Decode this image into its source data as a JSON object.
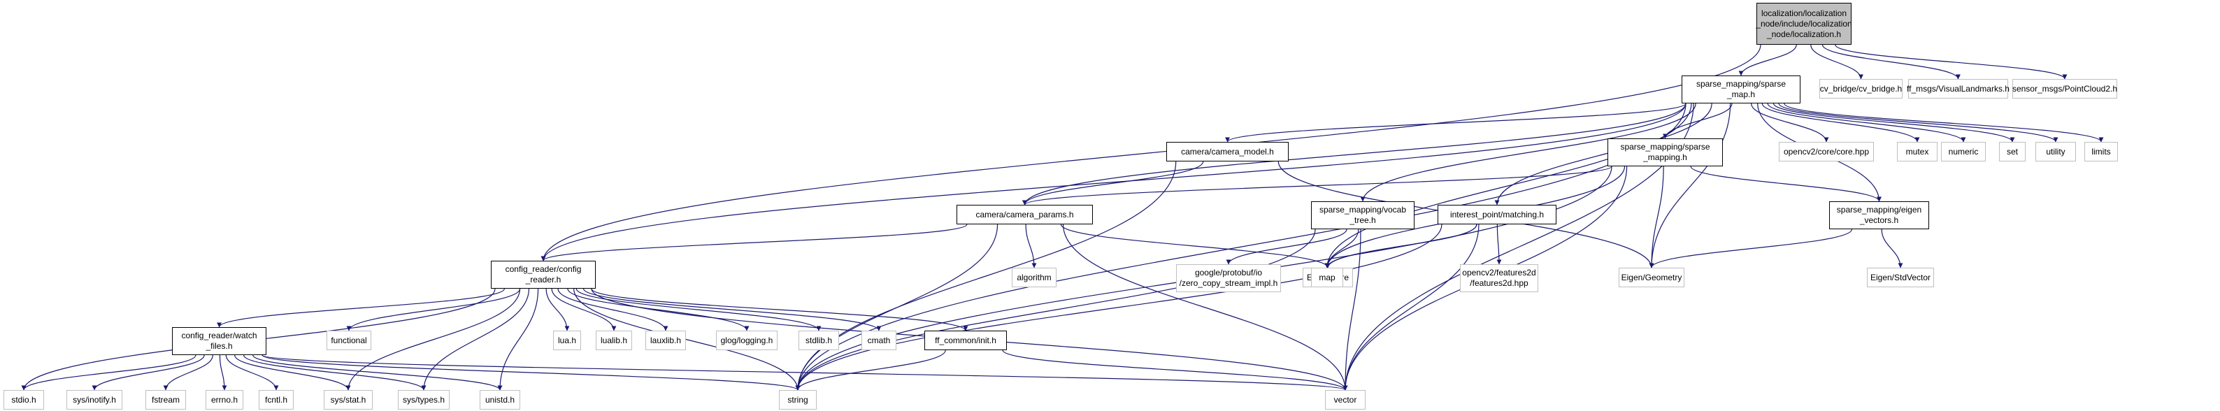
{
  "nodes": [
    {
      "id": "root",
      "kind": "root",
      "lines": [
        "localization/localization",
        "_node/include/localization",
        "_node/localization.h"
      ]
    },
    {
      "id": "sparse_map",
      "kind": "proj",
      "lines": [
        "sparse_mapping/sparse",
        "_map.h"
      ]
    },
    {
      "id": "cv_bridge",
      "kind": "sys",
      "lines": [
        "cv_bridge/cv_bridge.h"
      ]
    },
    {
      "id": "visual_landmarks",
      "kind": "sys",
      "lines": [
        "ff_msgs/VisualLandmarks.h"
      ]
    },
    {
      "id": "pointcloud2",
      "kind": "sys",
      "lines": [
        "sensor_msgs/PointCloud2.h"
      ]
    },
    {
      "id": "camera_model",
      "kind": "proj",
      "lines": [
        "camera/camera_model.h"
      ]
    },
    {
      "id": "sparse_mapping",
      "kind": "proj",
      "lines": [
        "sparse_mapping/sparse",
        "_mapping.h"
      ]
    },
    {
      "id": "opencv_core",
      "kind": "sys",
      "lines": [
        "opencv2/core/core.hpp"
      ]
    },
    {
      "id": "mutex",
      "kind": "sys",
      "lines": [
        "mutex"
      ]
    },
    {
      "id": "numeric",
      "kind": "sys",
      "lines": [
        "numeric"
      ]
    },
    {
      "id": "set",
      "kind": "sys",
      "lines": [
        "set"
      ]
    },
    {
      "id": "utility",
      "kind": "sys",
      "lines": [
        "utility"
      ]
    },
    {
      "id": "limits",
      "kind": "sys",
      "lines": [
        "limits"
      ]
    },
    {
      "id": "camera_params",
      "kind": "proj",
      "lines": [
        "camera/camera_params.h"
      ]
    },
    {
      "id": "vocab_tree",
      "kind": "proj",
      "lines": [
        "sparse_mapping/vocab",
        "_tree.h"
      ]
    },
    {
      "id": "matching",
      "kind": "proj",
      "lines": [
        "interest_point/matching.h"
      ]
    },
    {
      "id": "eigen_vectors",
      "kind": "proj",
      "lines": [
        "sparse_mapping/eigen",
        "_vectors.h"
      ]
    },
    {
      "id": "config_reader",
      "kind": "proj",
      "lines": [
        "config_reader/config",
        "_reader.h"
      ]
    },
    {
      "id": "algorithm",
      "kind": "sys",
      "lines": [
        "algorithm"
      ]
    },
    {
      "id": "zero_copy",
      "kind": "sys",
      "lines": [
        "google/protobuf/io",
        "/zero_copy_stream_impl.h"
      ]
    },
    {
      "id": "eigen_core",
      "kind": "sys",
      "lines": [
        "Eigen/Core"
      ]
    },
    {
      "id": "features2d",
      "kind": "sys",
      "lines": [
        "opencv2/features2d",
        "/features2d.hpp"
      ]
    },
    {
      "id": "map",
      "kind": "sys",
      "lines": [
        "map"
      ]
    },
    {
      "id": "eigen_geometry",
      "kind": "sys",
      "lines": [
        "Eigen/Geometry"
      ]
    },
    {
      "id": "eigen_stdvector",
      "kind": "sys",
      "lines": [
        "Eigen/StdVector"
      ]
    },
    {
      "id": "watch_files",
      "kind": "proj",
      "lines": [
        "config_reader/watch",
        "_files.h"
      ]
    },
    {
      "id": "functional",
      "kind": "sys",
      "lines": [
        "functional"
      ]
    },
    {
      "id": "lua",
      "kind": "sys",
      "lines": [
        "lua.h"
      ]
    },
    {
      "id": "lualib",
      "kind": "sys",
      "lines": [
        "lualib.h"
      ]
    },
    {
      "id": "lauxlib",
      "kind": "sys",
      "lines": [
        "lauxlib.h"
      ]
    },
    {
      "id": "glog",
      "kind": "sys",
      "lines": [
        "glog/logging.h"
      ]
    },
    {
      "id": "stdlib",
      "kind": "sys",
      "lines": [
        "stdlib.h"
      ]
    },
    {
      "id": "cmath",
      "kind": "sys",
      "lines": [
        "cmath"
      ]
    },
    {
      "id": "ff_init",
      "kind": "proj",
      "lines": [
        "ff_common/init.h"
      ]
    },
    {
      "id": "stdio",
      "kind": "sys",
      "lines": [
        "stdio.h"
      ]
    },
    {
      "id": "inotify",
      "kind": "sys",
      "lines": [
        "sys/inotify.h"
      ]
    },
    {
      "id": "fstream",
      "kind": "sys",
      "lines": [
        "fstream"
      ]
    },
    {
      "id": "errno",
      "kind": "sys",
      "lines": [
        "errno.h"
      ]
    },
    {
      "id": "fcntl",
      "kind": "sys",
      "lines": [
        "fcntl.h"
      ]
    },
    {
      "id": "sys_stat",
      "kind": "sys",
      "lines": [
        "sys/stat.h"
      ]
    },
    {
      "id": "sys_types",
      "kind": "sys",
      "lines": [
        "sys/types.h"
      ]
    },
    {
      "id": "unistd",
      "kind": "sys",
      "lines": [
        "unistd.h"
      ]
    },
    {
      "id": "string",
      "kind": "sys",
      "lines": [
        "string"
      ]
    },
    {
      "id": "vector",
      "kind": "sys",
      "lines": [
        "vector"
      ]
    }
  ],
  "edges": [
    [
      "root",
      "sparse_map"
    ],
    [
      "root",
      "cv_bridge"
    ],
    [
      "root",
      "visual_landmarks"
    ],
    [
      "root",
      "pointcloud2"
    ],
    [
      "root",
      "config_reader"
    ],
    [
      "sparse_map",
      "camera_model"
    ],
    [
      "sparse_map",
      "sparse_mapping"
    ],
    [
      "sparse_map",
      "opencv_core"
    ],
    [
      "sparse_map",
      "mutex"
    ],
    [
      "sparse_map",
      "numeric"
    ],
    [
      "sparse_map",
      "set"
    ],
    [
      "sparse_map",
      "utility"
    ],
    [
      "sparse_map",
      "limits"
    ],
    [
      "sparse_map",
      "camera_params"
    ],
    [
      "sparse_map",
      "vocab_tree"
    ],
    [
      "sparse_map",
      "matching"
    ],
    [
      "sparse_map",
      "eigen_vectors"
    ],
    [
      "sparse_map",
      "config_reader"
    ],
    [
      "sparse_map",
      "map"
    ],
    [
      "sparse_map",
      "eigen_geometry"
    ],
    [
      "sparse_map",
      "string"
    ],
    [
      "sparse_map",
      "vector"
    ],
    [
      "camera_model",
      "camera_params"
    ],
    [
      "camera_model",
      "eigen_geometry"
    ],
    [
      "camera_model",
      "string"
    ],
    [
      "sparse_mapping",
      "camera_params"
    ],
    [
      "sparse_mapping",
      "eigen_vectors"
    ],
    [
      "sparse_mapping",
      "map"
    ],
    [
      "sparse_mapping",
      "eigen_geometry"
    ],
    [
      "sparse_mapping",
      "string"
    ],
    [
      "sparse_mapping",
      "vector"
    ],
    [
      "camera_params",
      "config_reader"
    ],
    [
      "camera_params",
      "algorithm"
    ],
    [
      "camera_params",
      "eigen_core"
    ],
    [
      "camera_params",
      "string"
    ],
    [
      "camera_params",
      "vector"
    ],
    [
      "vocab_tree",
      "zero_copy"
    ],
    [
      "vocab_tree",
      "map"
    ],
    [
      "vocab_tree",
      "string"
    ],
    [
      "vocab_tree",
      "vector"
    ],
    [
      "matching",
      "eigen_core"
    ],
    [
      "matching",
      "features2d"
    ],
    [
      "matching",
      "map"
    ],
    [
      "matching",
      "string"
    ],
    [
      "matching",
      "vector"
    ],
    [
      "eigen_vectors",
      "eigen_geometry"
    ],
    [
      "eigen_vectors",
      "eigen_stdvector"
    ],
    [
      "config_reader",
      "watch_files"
    ],
    [
      "config_reader",
      "functional"
    ],
    [
      "config_reader",
      "lua"
    ],
    [
      "config_reader",
      "lualib"
    ],
    [
      "config_reader",
      "lauxlib"
    ],
    [
      "config_reader",
      "glog"
    ],
    [
      "config_reader",
      "stdlib"
    ],
    [
      "config_reader",
      "cmath"
    ],
    [
      "config_reader",
      "ff_init"
    ],
    [
      "config_reader",
      "stdio"
    ],
    [
      "config_reader",
      "sys_stat"
    ],
    [
      "config_reader",
      "sys_types"
    ],
    [
      "config_reader",
      "unistd"
    ],
    [
      "config_reader",
      "string"
    ],
    [
      "config_reader",
      "vector"
    ],
    [
      "watch_files",
      "stdio"
    ],
    [
      "watch_files",
      "inotify"
    ],
    [
      "watch_files",
      "fstream"
    ],
    [
      "watch_files",
      "errno"
    ],
    [
      "watch_files",
      "fcntl"
    ],
    [
      "watch_files",
      "sys_stat"
    ],
    [
      "watch_files",
      "sys_types"
    ],
    [
      "watch_files",
      "unistd"
    ],
    [
      "watch_files",
      "string"
    ],
    [
      "watch_files",
      "vector"
    ],
    [
      "ff_init",
      "string"
    ],
    [
      "ff_init",
      "vector"
    ]
  ],
  "colors": {
    "edge": "#191970",
    "project_border": "#000000",
    "system_border": "#bfbfbf",
    "root_fill": "#bfbfbf"
  }
}
